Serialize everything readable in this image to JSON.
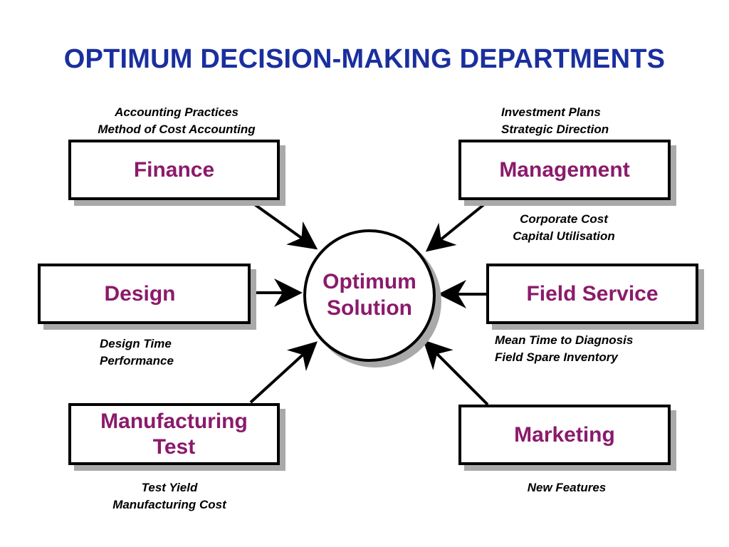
{
  "title": "OPTIMUM DECISION-MAKING DEPARTMENTS",
  "center": {
    "line1": "Optimum",
    "line2": "Solution"
  },
  "departments": {
    "finance": {
      "label": "Finance",
      "notes": [
        "Accounting Practices",
        "Method of Cost Accounting"
      ]
    },
    "management": {
      "label": "Management",
      "notes": [
        "Investment Plans",
        "Strategic Direction"
      ],
      "notes_below": [
        "Corporate Cost",
        "Capital Utilisation"
      ]
    },
    "design": {
      "label": "Design",
      "notes": [
        "Design Time",
        "Performance"
      ]
    },
    "field_service": {
      "label": "Field Service",
      "notes": [
        "Mean Time to Diagnosis",
        "Field Spare Inventory"
      ]
    },
    "manufacturing_test": {
      "label_line1": "Manufacturing",
      "label_line2": "Test",
      "notes": [
        "Test Yield",
        "Manufacturing Cost"
      ]
    },
    "marketing": {
      "label": "Marketing",
      "notes": [
        "New Features"
      ]
    }
  },
  "colors": {
    "title": "#1a2f9e",
    "label": "#8b1a6b",
    "shadow": "#a9a9a9"
  }
}
